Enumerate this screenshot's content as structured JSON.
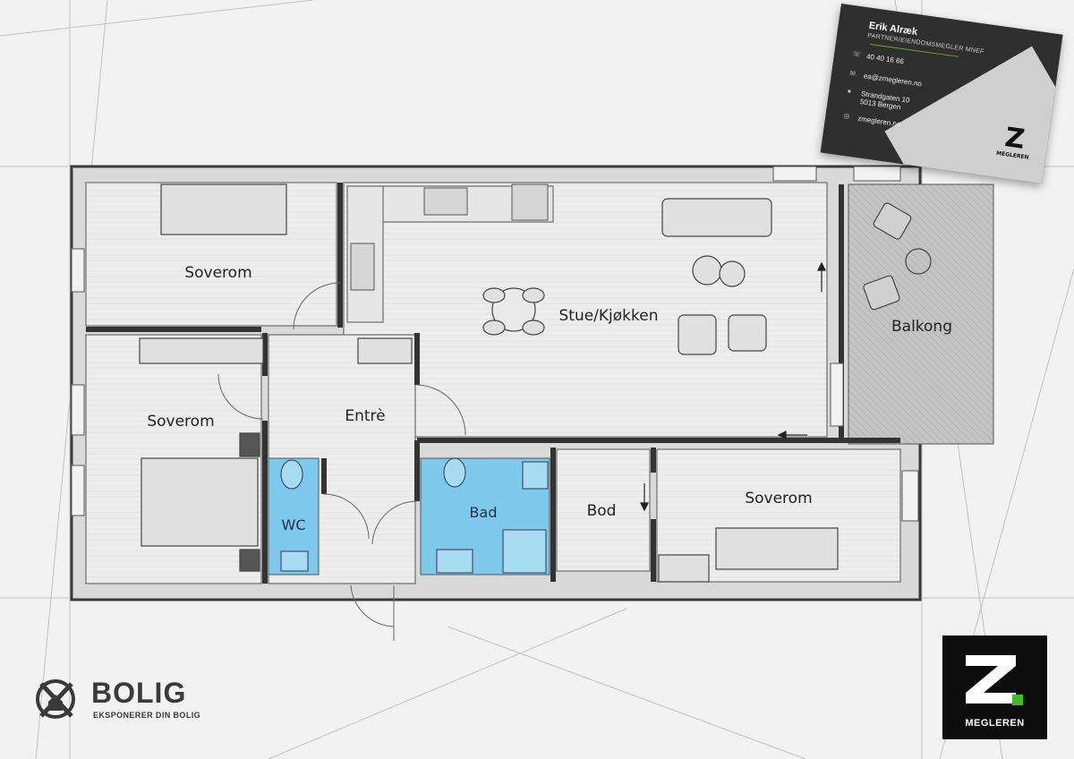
{
  "rooms": {
    "soverom_top_left": "Soverom",
    "soverom_left": "Soverom",
    "stue_kjokken": "Stue/Kjøkken",
    "entre": "Entrè",
    "wc": "WC",
    "bad": "Bad",
    "bod": "Bod",
    "soverom_right": "Soverom",
    "balkong": "Balkong"
  },
  "business_card": {
    "name": "Erik Alræk",
    "title": "PARTNER/EIENDOMSMEGLER MNEF",
    "phone": "40 40 16 66",
    "email": "ea@zmegleren.no",
    "address_line1": "Strandgaten 10",
    "address_line2": "5013 Bergen",
    "website": "zmegleren.no",
    "logo_text": "MEGLEREN",
    "icons": [
      "phone-icon",
      "mail-icon",
      "location-icon",
      "globe-icon"
    ]
  },
  "zmegleren_logo": {
    "text": "MEGLEREN",
    "accent": "#3fbf1f"
  },
  "xbolig_logo": {
    "word": "BOLIG",
    "tagline": "EKSPONERER DIN BOLIG"
  },
  "colors": {
    "wet_room": "#7ec8ec",
    "wall": "#3a3a3a",
    "floor": "#ececec",
    "balcony": "#bcbcbc"
  }
}
